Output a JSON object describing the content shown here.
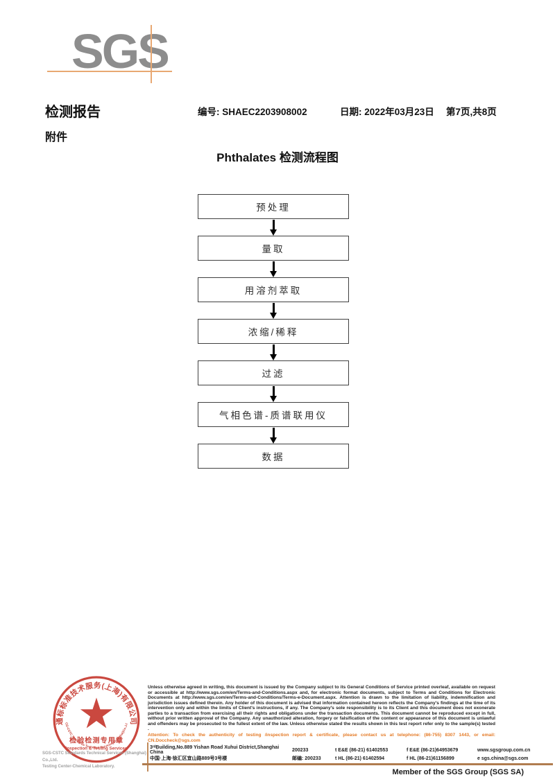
{
  "logo": {
    "text": "SGS"
  },
  "header": {
    "report_title": "检测报告",
    "report_no": "编号: SHAEC2203908002",
    "date": "日期: 2022年03月23日",
    "page": "第7页,共8页",
    "attachment": "附件"
  },
  "flowchart": {
    "title": "Phthalates 检测流程图",
    "steps": [
      "预处理",
      "量取",
      "用溶剂萃取",
      "浓缩/稀释",
      "过滤",
      "气相色谱-质谱联用仪",
      "数据"
    ]
  },
  "stamp": {
    "ring_top_text": "通标标准技术服务(上海)有限公司",
    "ring_bottom_text": "SGS-CSTC Standards Technical Services(Shanghai)Co.,Ltd.",
    "center_line1": "检验检测专用章",
    "center_line2": "Inspection & Testing Services",
    "stamp_color": "#c5352b"
  },
  "company": {
    "line1": "SGS-CSTC Standards Technical Services (Shanghai) Co.,Ltd.",
    "line2": "Testing Center-Chemical Laboratory."
  },
  "legal": {
    "paragraph": "Unless otherwise agreed in writing, this document is issued by the Company subject to its General Conditions of Service printed overleaf, available on request or accessible at http://www.sgs.com/en/Terms-and-Conditions.aspx and, for electronic format documents, subject to Terms and Conditions for Electronic Documents at http://www.sgs.com/en/Terms-and-Conditions/Terms-e-Document.aspx. Attention is drawn to the limitation of liability, indemnification and jurisdiction issues defined therein. Any holder of this document is advised that information contained hereon reflects the Company's findings at the time of its intervention only and within the limits of Client's instructions, if any. The Company's sole responsibility is to its Client and this document does not exonerate parties to a transaction from exercising all their rights and obligations under the transaction documents. This document cannot be reproduced except in full, without prior written approval of the Company. Any unauthorized alteration, forgery or falsification of the content or appearance of this document is unlawful and offenders may be prosecuted to the fullest extent of the law. Unless otherwise stated the results shown in this test report refer only to the sample(s) tested .",
    "attention": "Attention: To check the authenticity of testing /inspection report & certificate, please contact us at telephone: (86-755) 8307 1443, or email: CN.Doccheck@sgs.com",
    "attention_color": "#e47a26"
  },
  "contact": {
    "rows": [
      [
        "3ʳᵈBuilding,No.889 Yishan Road Xuhui District,Shanghai China",
        "200233",
        "t E&E (86-21) 61402553",
        "f E&E (86-21)64953679",
        "www.sgsgroup.com.cn"
      ],
      [
        "中国·上海·徐汇区宜山路889号3号楼",
        "邮编: 200233",
        "t HL (86-21) 61402594",
        "f HL (86-21)61156899",
        "e sgs.china@sgs.com"
      ]
    ]
  },
  "footer": {
    "member_text": "Member of the SGS Group (SGS SA)"
  }
}
